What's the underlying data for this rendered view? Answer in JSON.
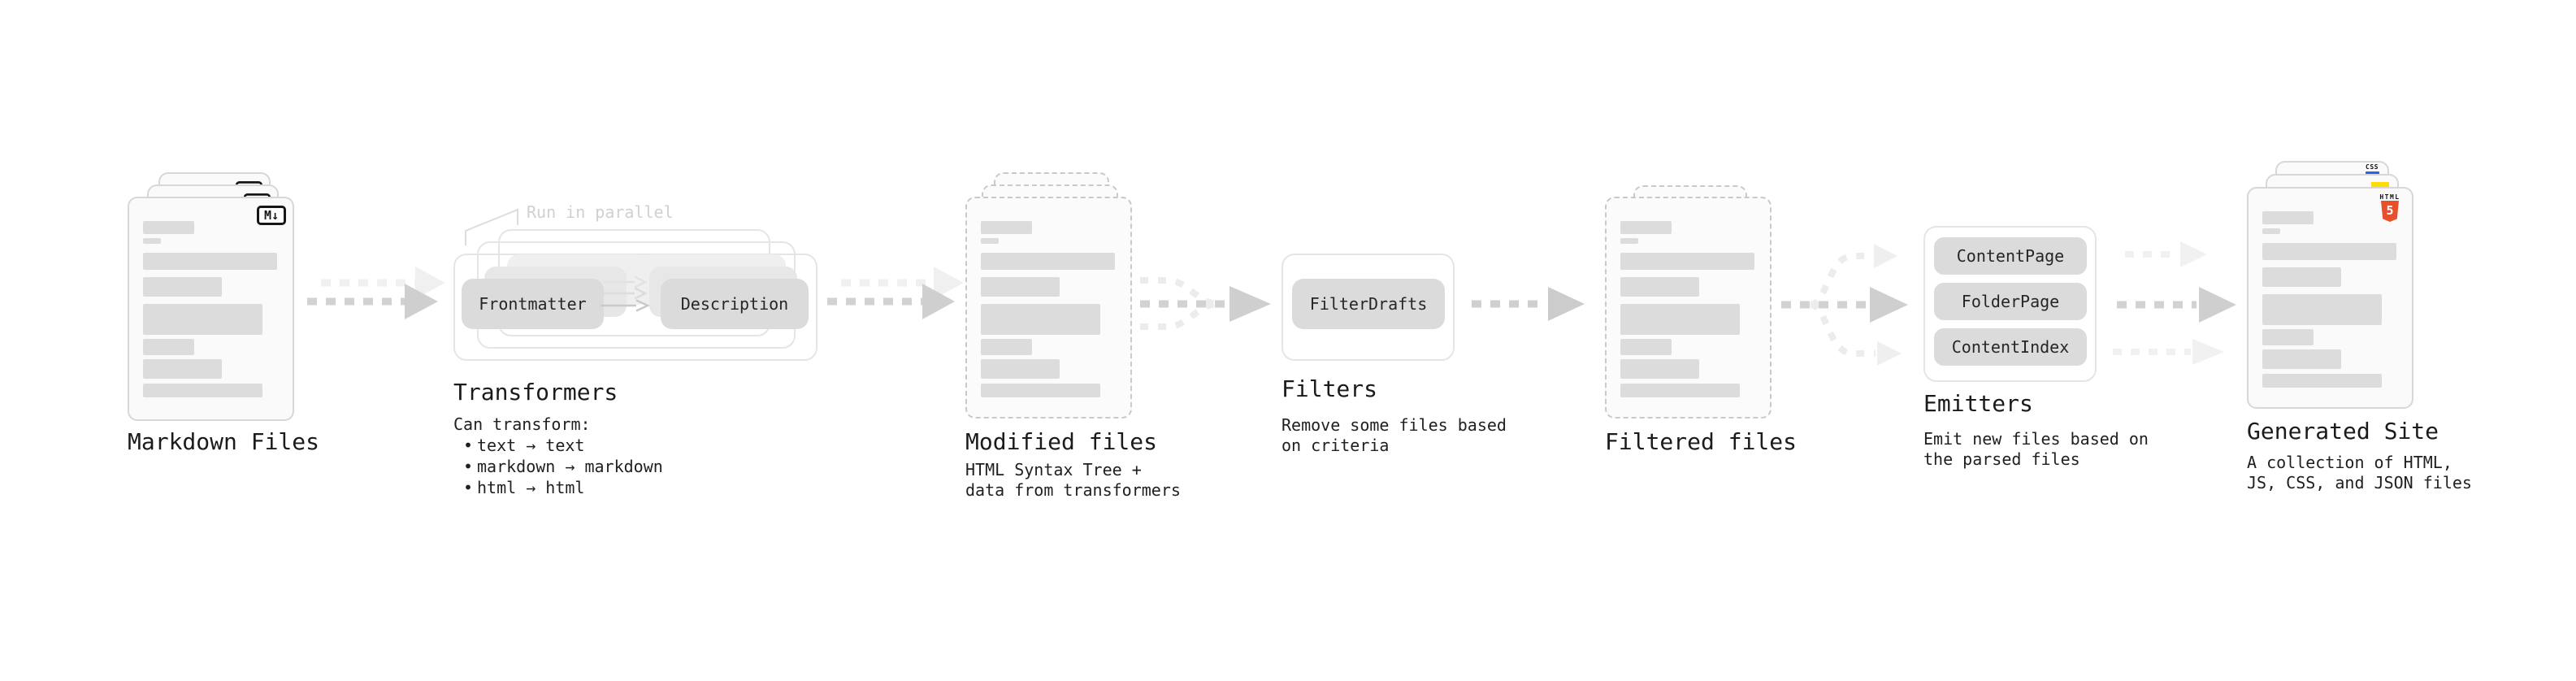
{
  "stages": {
    "markdown_files": {
      "label": "Markdown Files",
      "file_badge": "M↓",
      "file_count": 3
    },
    "transformers": {
      "label": "Transformers",
      "annotation": "Run in parallel",
      "pills": [
        "Frontmatter",
        "Description"
      ],
      "description_title": "Can transform:",
      "bullet_char": "•",
      "bullets": [
        "text → text",
        "markdown → markdown",
        "html → html"
      ]
    },
    "modified_files": {
      "label": "Modified files",
      "description": [
        "HTML Syntax Tree +",
        "data from transformers"
      ]
    },
    "filters": {
      "label": "Filters",
      "pills": [
        "FilterDrafts"
      ],
      "description": [
        "Remove some files based",
        "on criteria"
      ]
    },
    "filtered_files": {
      "label": "Filtered files",
      "file_count": 2
    },
    "emitters": {
      "label": "Emitters",
      "pills": [
        "ContentPage",
        "FolderPage",
        "ContentIndex"
      ],
      "description": [
        "Emit new files based on",
        "the parsed files"
      ]
    },
    "generated_site": {
      "label": "Generated Site",
      "description": [
        "A collection of HTML,",
        "JS, CSS, and JSON files"
      ],
      "badges": {
        "css_label": "CSS",
        "html_label": "HTML",
        "html_number": "5"
      }
    }
  },
  "colors": {
    "background": "#ffffff",
    "text": "#1b1b1b",
    "annotation_muted": "#d0d0d0",
    "pill_bg": "#dbdbdb",
    "card_bg": "#fafafa",
    "bar_gray": "#dcdcdc",
    "arrow_main": "#d2d2d2",
    "arrow_ghost": "#f0f0f0",
    "badge_css_blue": "#2764e8",
    "badge_js_yellow": "#ffdd00",
    "badge_html_orange": "#e8502b"
  },
  "file_bars": [
    {
      "w": "38%",
      "h": 16,
      "mt": 0
    },
    {
      "w": "13%",
      "h": 7,
      "mt": 5
    },
    {
      "w": "99%",
      "h": 21,
      "mt": 11
    },
    {
      "w": "58%",
      "h": 24,
      "mt": 9
    },
    {
      "w": "88%",
      "h": 38,
      "mt": 9
    },
    {
      "w": "38%",
      "h": 20,
      "mt": 5
    },
    {
      "w": "58%",
      "h": 24,
      "mt": 5
    },
    {
      "w": "88%",
      "h": 17,
      "mt": 6
    }
  ]
}
